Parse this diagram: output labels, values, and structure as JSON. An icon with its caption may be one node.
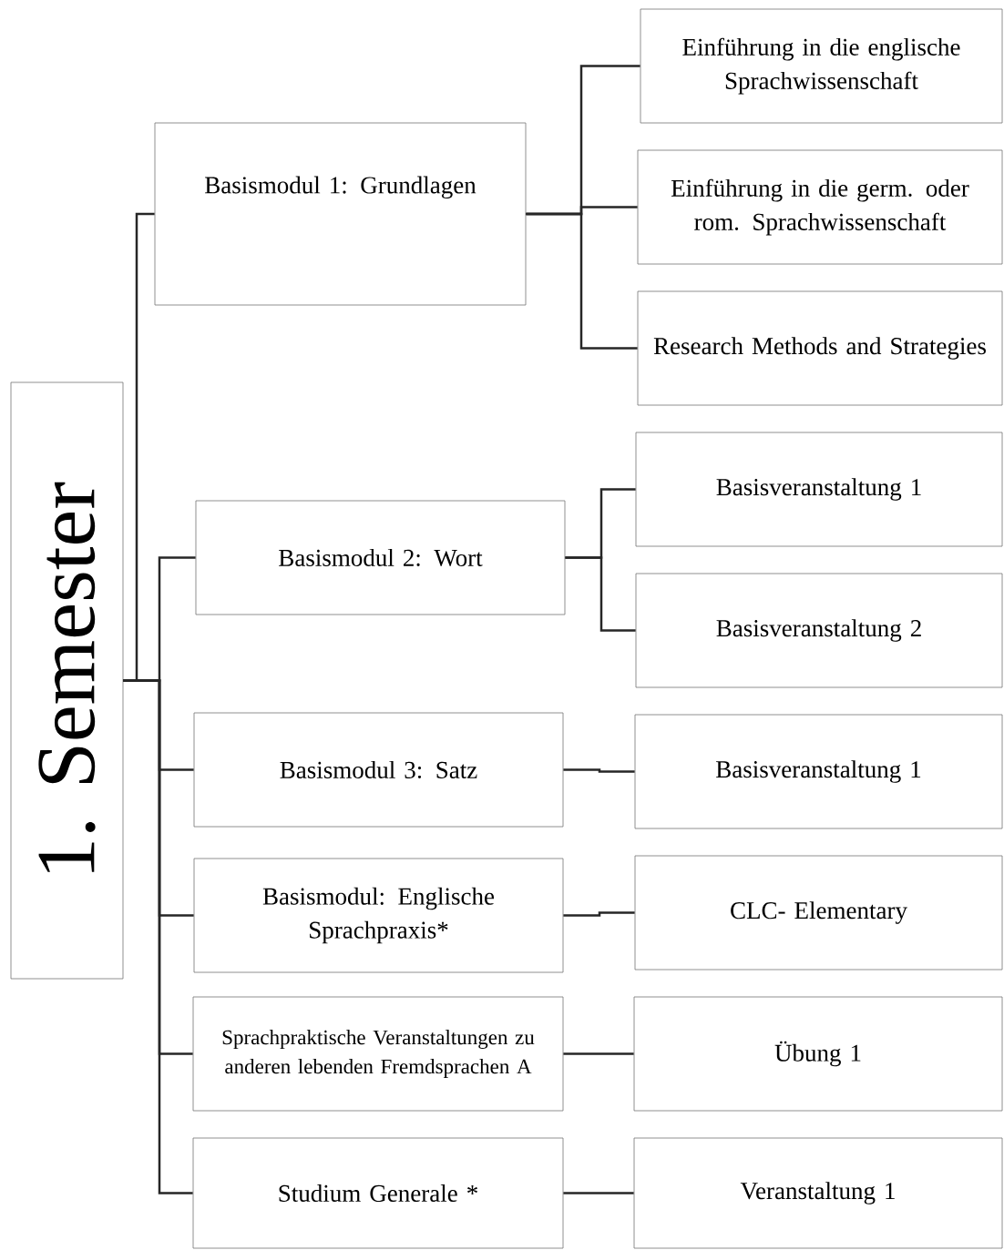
{
  "diagram": {
    "nodes": [
      {
        "text": [
          "1. Semester"
        ]
      },
      {
        "text": [
          "Basismodul 1: Grundlagen"
        ]
      },
      {
        "text": [
          "Einführung in die englische Sprachwissenschaft"
        ]
      },
      {
        "text": [
          "Einführung in die germ. oder rom. Sprachwissenschaft"
        ]
      },
      {
        "text": [
          "Research Methods and Strategies"
        ]
      },
      {
        "text": [
          "Basismodul 2: Wort"
        ]
      },
      {
        "text": [
          "Basisveranstaltung 1"
        ]
      },
      {
        "text": [
          "Basisveranstaltung 2"
        ]
      },
      {
        "text": [
          "Basismodul 3: Satz"
        ]
      },
      {
        "text": [
          "Basisveranstaltung 1"
        ]
      },
      {
        "text": [
          "Basismodul: Englische Sprachpraxis*"
        ]
      },
      {
        "text": [
          "CLC- Elementary"
        ]
      },
      {
        "text": [
          "Sprachpraktische Veranstaltungen zu anderen lebenden Fremdsprachen A"
        ]
      },
      {
        "text": [
          "Übung 1"
        ]
      },
      {
        "text": [
          "Studium Generale *"
        ]
      },
      {
        "text": [
          "Veranstaltung 1"
        ]
      }
    ],
    "edges": [
      {
        "from": 0,
        "to": 1,
        "arrow": "none"
      },
      {
        "from": 0,
        "to": 5,
        "arrow": "none"
      },
      {
        "from": 0,
        "to": 8,
        "arrow": "none"
      },
      {
        "from": 0,
        "to": 10,
        "arrow": "none"
      },
      {
        "from": 0,
        "to": 12,
        "arrow": "none"
      },
      {
        "from": 0,
        "to": 14,
        "arrow": "none"
      },
      {
        "from": 1,
        "to": 2,
        "arrow": "none"
      },
      {
        "from": 1,
        "to": 3,
        "arrow": "none"
      },
      {
        "from": 1,
        "to": 4,
        "arrow": "none"
      },
      {
        "from": 5,
        "to": 6,
        "arrow": "none"
      },
      {
        "from": 5,
        "to": 7,
        "arrow": "none"
      },
      {
        "from": 8,
        "to": 9,
        "arrow": "none"
      },
      {
        "from": 10,
        "to": 11,
        "arrow": "none"
      },
      {
        "from": 12,
        "to": 13,
        "arrow": "none"
      },
      {
        "from": 14,
        "to": 15,
        "arrow": "none"
      }
    ]
  }
}
